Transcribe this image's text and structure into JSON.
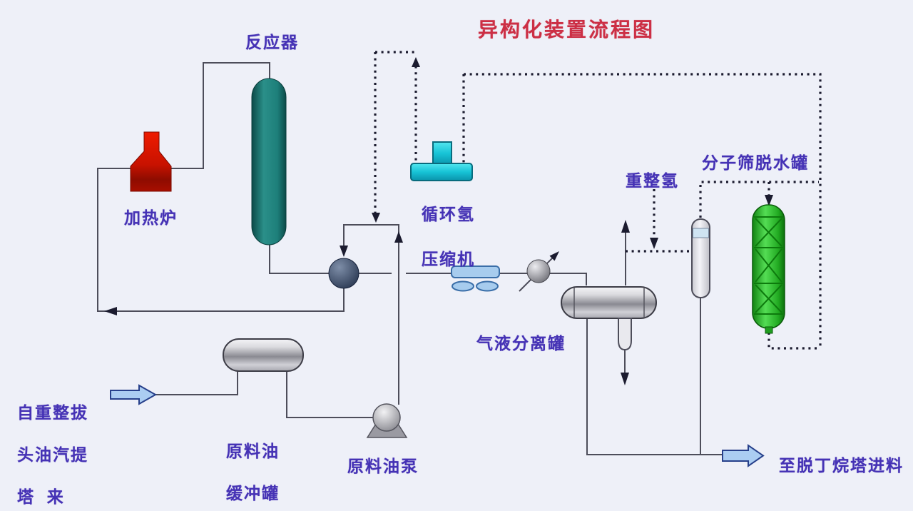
{
  "diagram": {
    "title": "异构化装置流程图",
    "labels": {
      "reactor": "反应器",
      "furnace": "加热炉",
      "recycle_hydrogen": "循环氢",
      "compressor": "压缩机",
      "reformed_hydrogen": "重整氢",
      "molecular_sieve_dehydrator": "分子筛脱水罐",
      "gas_liquid_separator": "气液分离罐",
      "feed_oil": "原料油",
      "buffer_tank": "缓冲罐",
      "feed_oil_pump": "原料油泵",
      "to_debutanizer": "至脱丁烷塔进料",
      "inlet_source_line1": "自重整拔",
      "inlet_source_line2": "头油汽提",
      "inlet_source_line3": "塔  来"
    },
    "line_styles": {
      "solid": "process liquid line",
      "dotted": "hydrogen gas line"
    },
    "colors": {
      "background": "#eef0f8",
      "title_red": "#cc2f45",
      "label_purple": "#4532b5",
      "reactor_teal": "#1d7f7a",
      "furnace_red": "#cf1402",
      "recycle_pump_cyan": "#17c3d6",
      "compressor_blue": "#a7ccee",
      "molecular_sieve_green": "#2fbb2f",
      "vessel_gray": "#b9b9c0",
      "block_arrow_blue": "#abcdf2",
      "dotted_line": "#1b1b2f",
      "solid_line": "#4d4d5a"
    }
  }
}
